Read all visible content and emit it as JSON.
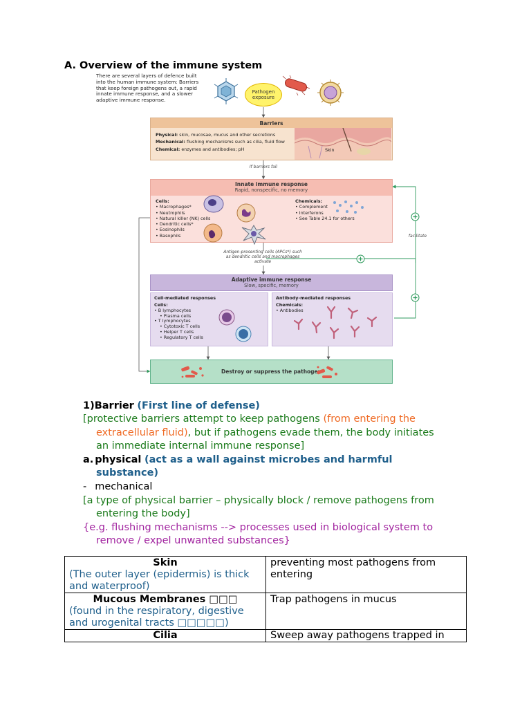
{
  "heading": "A. Overview of the immune system",
  "figure": {
    "intro": "There are several layers of defence built into the human immune system: Barriers that keep foreign pathogens out, a rapid innate immune response, and a slower adaptive immune response.",
    "pathogen_exposure": "Pathogen exposure",
    "barriers": {
      "title": "Barriers",
      "physical_label": "Physical:",
      "physical_text": "skin, mucosae, mucus and other secretions",
      "mechanical_label": "Mechanical:",
      "mechanical_text": "flushing mechanisms such as cilia, fluid flow",
      "chemical_label": "Chemical:",
      "chemical_text": "enzymes and antibodies; pH",
      "skin_label": "Skin"
    },
    "if_barriers_fail": "If barriers fail",
    "innate": {
      "title": "Innate immune response",
      "subtitle": "Rapid, nonspecific, no memory",
      "cells_label": "Cells:",
      "cells": [
        "• Macrophages*",
        "• Neutrophils",
        "• Natural killer (NK) cells",
        "• Dendritic cells*",
        "• Eosinophils",
        "• Basophils"
      ],
      "chemicals_label": "Chemicals:",
      "chemicals": [
        "• Complement",
        "• Interferons",
        "• See Table 24.1 for others"
      ]
    },
    "facilitate": "facilitate",
    "apc_note": "Antigen-presenting cells (APCs*) such as dendritic cells and macrophages activate",
    "adaptive": {
      "title": "Adaptive immune response",
      "subtitle": "Slow, specific, memory",
      "cell_mediated_title": "Cell-mediated responses",
      "cell_mediated_cells_label": "Cells:",
      "cell_mediated_items": [
        "• B lymphocytes",
        "• Plasma cells",
        "• T lymphocytes",
        "• Cytotoxic T cells",
        "• Helper T cells",
        "• Regulatory T cells"
      ],
      "antibody_title": "Antibody-mediated responses",
      "antibody_chemicals_label": "Chemicals:",
      "antibody_items": [
        "• Antibodies"
      ]
    },
    "destroy": "Destroy or suppress the pathogen"
  },
  "body": {
    "l1_num": "1)",
    "l1_bold": "Barrier",
    "l1_blue": "(First line of defense)",
    "l2a": "[protective barriers attempt to keep pathogens ",
    "l2b": "(from entering the",
    "l3a": "extracellular fluid)",
    "l3b": ", but if pathogens evade them, the body initiates",
    "l4": "an immediate internal immune response]",
    "l5_label": "a.",
    "l5_bold": "physical",
    "l5_blue": "(act as a wall against microbes and harmful",
    "l6": "substance)",
    "l7_dash": "-",
    "l7": "mechanical",
    "l8": "[a type of physical barrier – physically block / remove pathogens from",
    "l9": "entering the body]",
    "l10": "{e.g. flushing mechanisms --> processes used in biological system to",
    "l11": "remove / expel unwanted substances}"
  },
  "table": {
    "rows": [
      {
        "head": "Skin",
        "note": "(The outer layer (epidermis) is thick and waterproof)",
        "desc": "preventing most pathogens from entering"
      },
      {
        "head": "Mucous Membranes □□□",
        "note": "(found in the respiratory, digestive and urogenital tracts □□□□□)",
        "desc": "Trap pathogens in mucus"
      },
      {
        "head": "Cilia",
        "note": "",
        "desc": "Sweep away pathogens trapped in"
      }
    ]
  },
  "colors": {
    "green_text": "#1a7a1a",
    "blue_text": "#1f5f8b",
    "orange_text": "#ef6a24",
    "purple_text": "#a225a0",
    "barriers_fill": "#f7e3cf",
    "innate_fill": "#fbe0dc",
    "adaptive_fill": "#e6dcef",
    "destroy_fill": "#b5e0c8",
    "arrow_green": "#2e9a5c"
  },
  "icons": [
    "virus-icon",
    "bacterium-icon",
    "enveloped-virus-icon",
    "macrophage-icon",
    "neutrophil-icon",
    "dendritic-cell-icon",
    "lymphocyte-icon",
    "antibody-icon",
    "pathogen-fragment-icon",
    "plus-circle-icon"
  ]
}
